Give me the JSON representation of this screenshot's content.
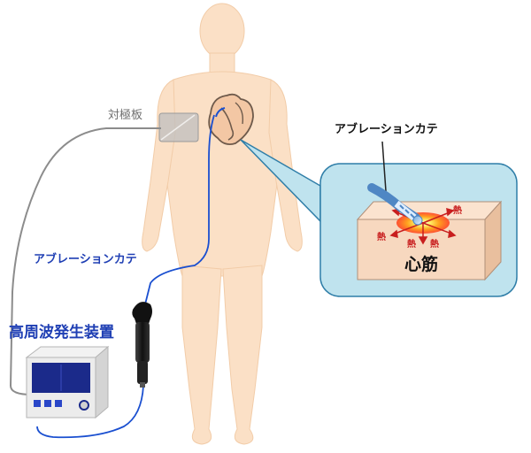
{
  "labels": {
    "return_electrode": "対極板",
    "ablation_catheter_body": "アブレーションカテ",
    "ablation_catheter_callout": "アブレーションカテ",
    "rf_generator": "高周波発生装置",
    "myocardium": "心筋",
    "heat": [
      "熱",
      "熱",
      "熱",
      "熱"
    ]
  },
  "colors": {
    "skin": "#fbe0c6",
    "callout_fill": "#bfe3ee",
    "callout_stroke": "#2f7ea8",
    "myocardium_front": "#f7d8bf",
    "label_blue": "#1f3fb4",
    "heat_red": "#c81e1e",
    "cable_blue": "#1a4fd0"
  },
  "icons": [
    "human-body-silhouette",
    "heart-icon",
    "catheter-handle",
    "rf-generator-device",
    "electrode-pad"
  ]
}
